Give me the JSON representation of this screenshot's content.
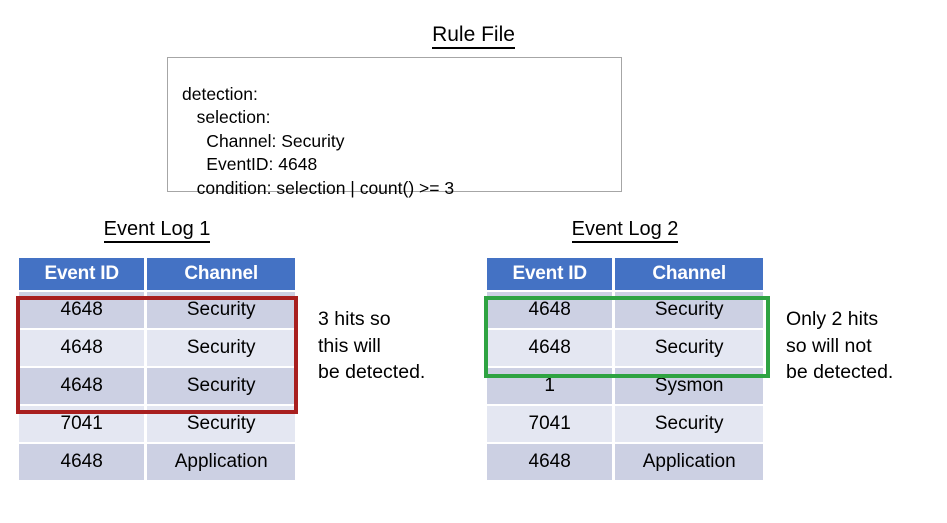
{
  "rule_file": {
    "title": "Rule File",
    "code": "detection:\n   selection:\n     Channel: Security\n     EventID: 4648\n   condition: selection | count() >= 3"
  },
  "logs": [
    {
      "title": "Event Log 1",
      "columns": [
        "Event ID",
        "Channel"
      ],
      "rows": [
        {
          "event_id": "4648",
          "channel": "Security"
        },
        {
          "event_id": "4648",
          "channel": "Security"
        },
        {
          "event_id": "4648",
          "channel": "Security"
        },
        {
          "event_id": "7041",
          "channel": "Security"
        },
        {
          "event_id": "4648",
          "channel": "Application"
        }
      ],
      "highlight": {
        "color": "#A81F1F",
        "rows": 3
      },
      "annotation": "3 hits so\nthis will\nbe detected."
    },
    {
      "title": "Event Log 2",
      "columns": [
        "Event ID",
        "Channel"
      ],
      "rows": [
        {
          "event_id": "4648",
          "channel": "Security"
        },
        {
          "event_id": "4648",
          "channel": "Security"
        },
        {
          "event_id": "1",
          "channel": "Sysmon"
        },
        {
          "event_id": "7041",
          "channel": "Security"
        },
        {
          "event_id": "4648",
          "channel": "Application"
        }
      ],
      "highlight": {
        "color": "#2EA342",
        "rows": 2
      },
      "annotation": "Only 2 hits\nso will not\nbe detected."
    }
  ],
  "colors": {
    "header_blue": "#4472C4",
    "row_band_dark": "#CCD0E3",
    "row_band_light": "#E4E7F2",
    "highlight_red": "#A81F1F",
    "highlight_green": "#2EA342",
    "box_border": "#A6A6A6"
  }
}
